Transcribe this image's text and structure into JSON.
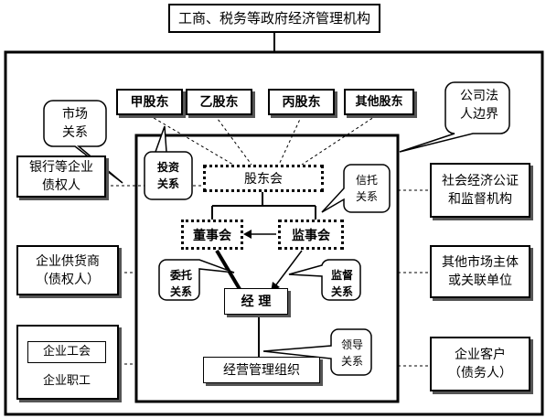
{
  "top_title": "工商、税务等政府经济管理机构",
  "shareholders": [
    "甲股东",
    "乙股东",
    "丙股东",
    "其他股东"
  ],
  "boundary_label": "公司法\n人边界",
  "market_relation": "市场\n关系",
  "left_parties": [
    "银行等企业\n债权人",
    "企业供货商\n（债权人）"
  ],
  "union_box": "企业工会",
  "staff_label": "企业职工",
  "right_parties": [
    "社会经济公证\n和监督机构",
    "其他市场主体\n或关联单位",
    "企业客户\n（债务人）"
  ],
  "governance": {
    "shareholders_meeting": "股东会",
    "board": "董事会",
    "supervisory_board": "监事会",
    "manager": "经 理",
    "operations": "经营管理组织"
  },
  "relations": {
    "investment": "投资\n关系",
    "trust": "信托\n关系",
    "entrust": "委托\n关系",
    "supervise": "监督\n关系",
    "lead": "领导\n关系"
  }
}
